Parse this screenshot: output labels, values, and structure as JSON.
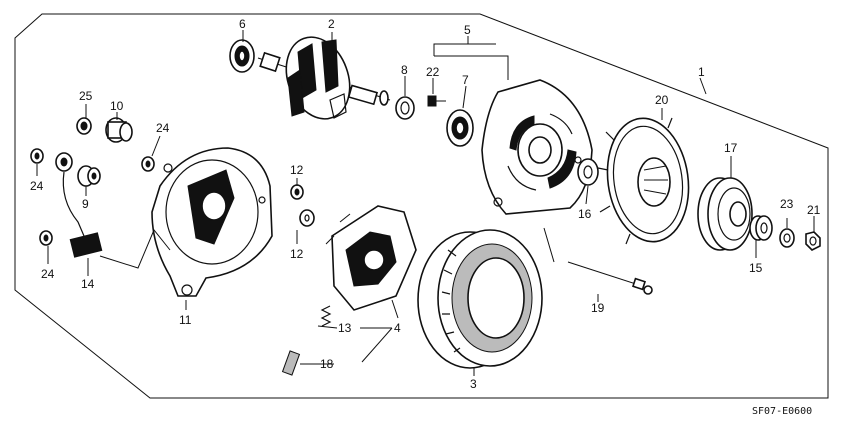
{
  "diagram": {
    "drawing_code": "SF07-E0600",
    "callouts": [
      {
        "key": "c1",
        "text": "1"
      },
      {
        "key": "c2",
        "text": "2"
      },
      {
        "key": "c3",
        "text": "3"
      },
      {
        "key": "c4",
        "text": "4"
      },
      {
        "key": "c5",
        "text": "5"
      },
      {
        "key": "c6",
        "text": "6"
      },
      {
        "key": "c7",
        "text": "7"
      },
      {
        "key": "c8",
        "text": "8"
      },
      {
        "key": "c9",
        "text": "9"
      },
      {
        "key": "c10",
        "text": "10"
      },
      {
        "key": "c11",
        "text": "11"
      },
      {
        "key": "c12a",
        "text": "12"
      },
      {
        "key": "c12b",
        "text": "12"
      },
      {
        "key": "c13",
        "text": "13"
      },
      {
        "key": "c14",
        "text": "14"
      },
      {
        "key": "c15",
        "text": "15"
      },
      {
        "key": "c16",
        "text": "16"
      },
      {
        "key": "c17",
        "text": "17"
      },
      {
        "key": "c18",
        "text": "18"
      },
      {
        "key": "c19",
        "text": "19"
      },
      {
        "key": "c20",
        "text": "20"
      },
      {
        "key": "c21",
        "text": "21"
      },
      {
        "key": "c22",
        "text": "22"
      },
      {
        "key": "c23",
        "text": "23"
      },
      {
        "key": "c24a",
        "text": "24"
      },
      {
        "key": "c24b",
        "text": "24"
      },
      {
        "key": "c24c",
        "text": "24"
      },
      {
        "key": "c25",
        "text": "25"
      }
    ]
  }
}
